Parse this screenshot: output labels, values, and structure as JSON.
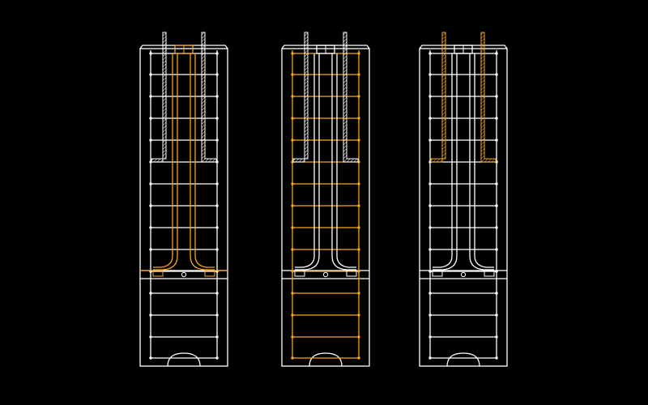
{
  "colors": {
    "background": "#000000",
    "line": "#ffffff",
    "highlight": "#f5a623",
    "hatch": "#ffffff"
  },
  "panels": [
    {
      "id": "panel-1",
      "highlight": "tube"
    },
    {
      "id": "panel-2",
      "highlight": "cage"
    },
    {
      "id": "panel-3",
      "highlight": "hooked-bars"
    }
  ]
}
